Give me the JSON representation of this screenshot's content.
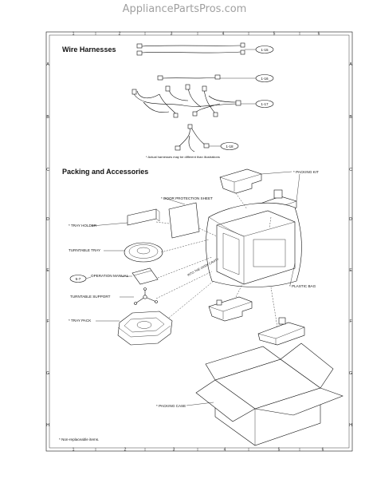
{
  "watermark": "AppliancePartsPros.com",
  "grid": {
    "columns": [
      "1",
      "2",
      "3",
      "4",
      "5",
      "6"
    ],
    "rows": [
      "A",
      "B",
      "C",
      "D",
      "E",
      "F",
      "G",
      "H"
    ]
  },
  "sections": {
    "wire_harnesses": {
      "title": "Wire Harnesses",
      "callouts": [
        "1-15",
        "1-16",
        "1-17",
        "1-18"
      ],
      "note": "* Actual harnesses may be different than illustrations"
    },
    "packing": {
      "title": "Packing and Accessories",
      "labels": {
        "packing_kit": "* PACKING KIT",
        "door_protection_sheet": "* DOOR PROTECTION SHEET",
        "tray_holder": "* TRAY HOLDER",
        "turntable_tray": "TURNTABLE TRAY",
        "operation_manual": "OPERATION MANUAL",
        "operation_manual_ref": "5-7",
        "turntable_support": "TURNTABLE SUPPORT",
        "tray_pack": "* TRAY PACK",
        "into_oven_cavity": "INTO THE OVEN CAVITY",
        "plastic_bag": "* PLASTIC BAG",
        "packing_case": "* PACKING CASE"
      }
    }
  },
  "footnote": "* Non-replaceable items."
}
